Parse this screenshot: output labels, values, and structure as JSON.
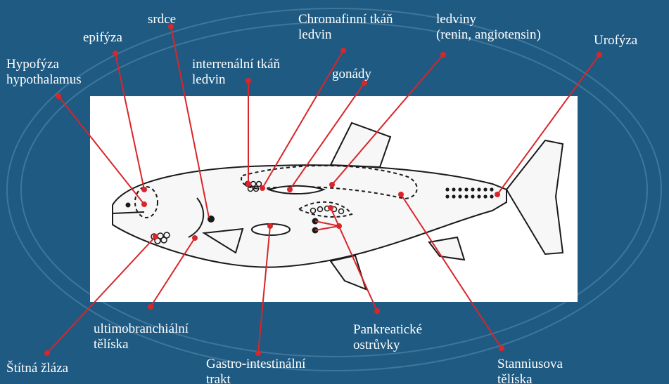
{
  "diagram": {
    "colors": {
      "background": "#1f5a82",
      "leader_line": "#d8262a",
      "panel": "#ffffff",
      "ink": "#1a1a1a"
    },
    "labels": {
      "epifyza": "epifýza",
      "srdce": "srdce",
      "chromafinni_1": "Chromafinní tkáň",
      "chromafinni_2": "ledvin",
      "ledviny_1": "ledviny",
      "ledviny_2": "(renin, angiotensin)",
      "urofyza": "Urofýza",
      "hypofyza_1": "Hypofýza",
      "hypofyza_2": "hypothalamus",
      "interrenalni_1": "interrenální tkáň",
      "interrenalni_2": "ledvin",
      "gonady": "gonády",
      "ultimobranchialni_1": "ultimobranchiální",
      "ultimobranchialni_2": "tělíska",
      "pankreaticke_1": "Pankreatické",
      "pankreaticke_2": "ostrůvky",
      "stitna": "Štítná žláza",
      "gastro_1": "Gastro-intestinální",
      "gastro_2": "trakt",
      "stanniusova_1": "Stanniusova",
      "stanniusova_2": "tělíska"
    }
  }
}
